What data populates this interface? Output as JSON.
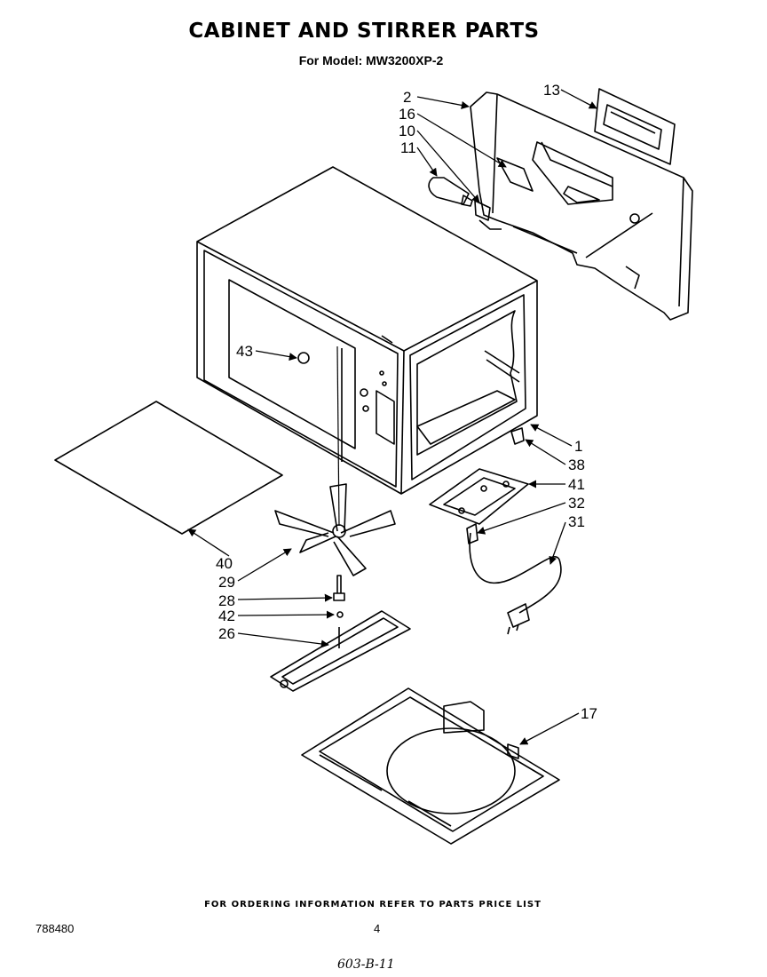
{
  "header": {
    "title": "CABINET AND STIRRER PARTS",
    "subtitle": "For Model: MW3200XP-2"
  },
  "callouts": [
    "2",
    "16",
    "10",
    "11",
    "13",
    "43",
    "1",
    "38",
    "41",
    "32",
    "31",
    "40",
    "29",
    "28",
    "42",
    "26",
    "17"
  ],
  "footer": {
    "ordering_note": "FOR ORDERING INFORMATION REFER TO PARTS PRICE LIST",
    "doc_number": "788480",
    "page_number": "4",
    "handwritten_code": "603-B-11"
  }
}
